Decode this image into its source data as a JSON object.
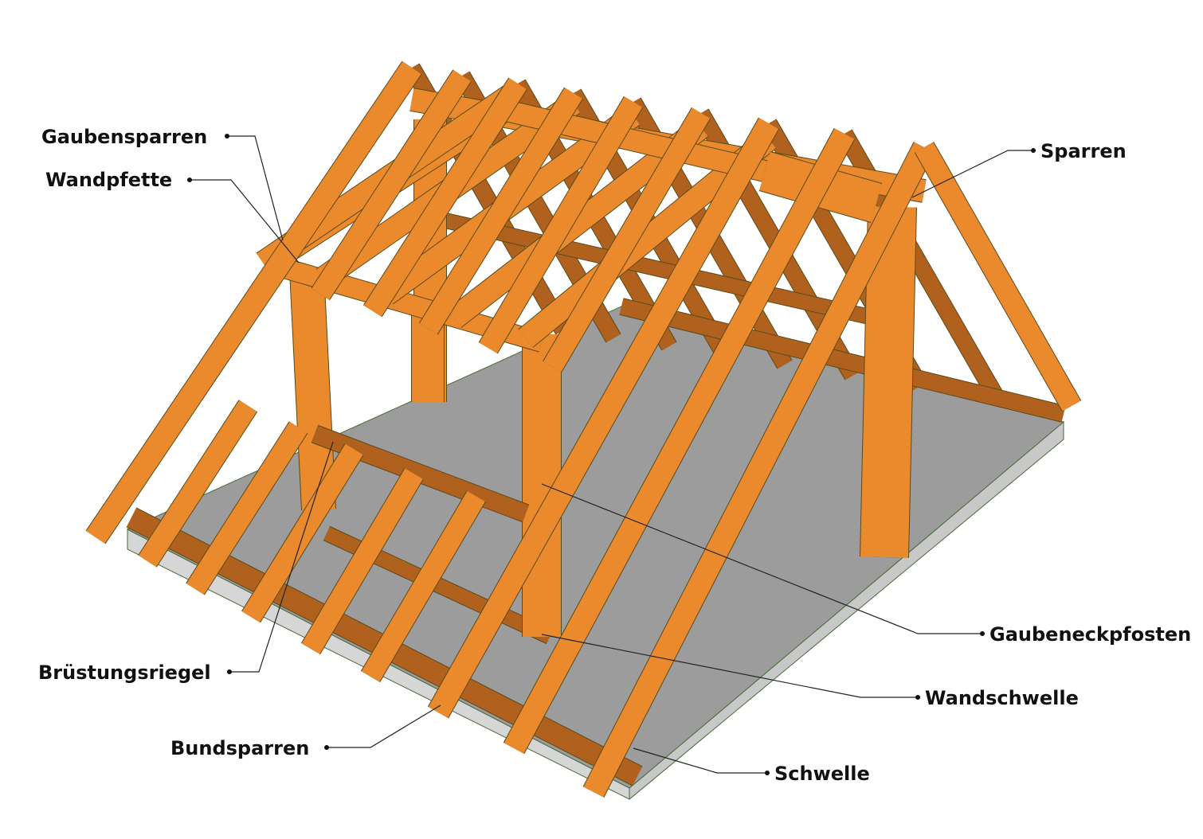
{
  "title": "Dachstuhl mit Gaube",
  "labels": {
    "gaubensparren": "Gaubensparren",
    "wandpfette": "Wandpfette",
    "sparren": "Sparren",
    "gaubeneckpfosten": "Gaubeneckpfosten",
    "wandschwelle": "Wandschwelle",
    "schwelle": "Schwelle",
    "bruestungsriegel": "Brüstungsriegel",
    "bundsparren": "Bundsparren"
  },
  "colors": {
    "timber": "#ea8a2c",
    "timber_dark": "#b0611e",
    "timber_edge": "#5a4a1a",
    "floor": "#9c9c9c",
    "floor_side": "#d4d4d4"
  }
}
